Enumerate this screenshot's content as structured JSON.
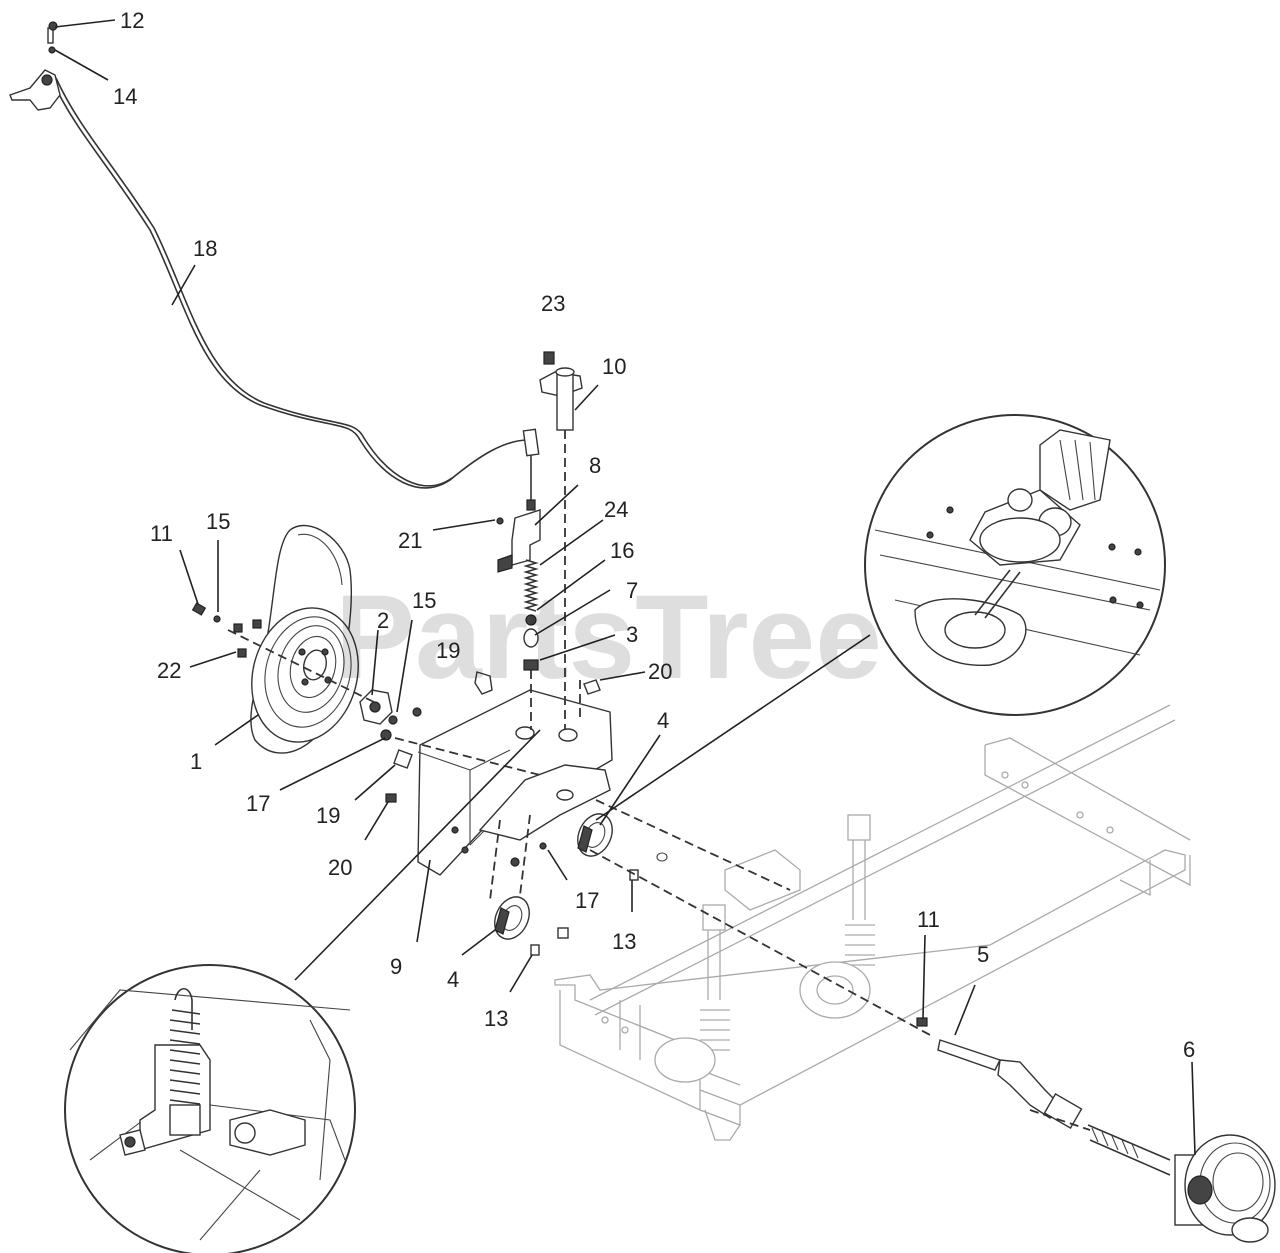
{
  "watermark": "PartsTree",
  "callouts": [
    {
      "id": "c12",
      "text": "12"
    },
    {
      "id": "c14",
      "text": "14"
    },
    {
      "id": "c18",
      "text": "18"
    },
    {
      "id": "c23",
      "text": "23"
    },
    {
      "id": "c10",
      "text": "10"
    },
    {
      "id": "c8",
      "text": "8"
    },
    {
      "id": "c24",
      "text": "24"
    },
    {
      "id": "c21",
      "text": "21"
    },
    {
      "id": "c16",
      "text": "16"
    },
    {
      "id": "c7",
      "text": "7"
    },
    {
      "id": "c3",
      "text": "3"
    },
    {
      "id": "c11a",
      "text": "11"
    },
    {
      "id": "c15a",
      "text": "15"
    },
    {
      "id": "c15b",
      "text": "15"
    },
    {
      "id": "c2",
      "text": "2"
    },
    {
      "id": "c22",
      "text": "22"
    },
    {
      "id": "c19a",
      "text": "19"
    },
    {
      "id": "c20a",
      "text": "20"
    },
    {
      "id": "c1",
      "text": "1"
    },
    {
      "id": "c4a",
      "text": "4"
    },
    {
      "id": "c17a",
      "text": "17"
    },
    {
      "id": "c19b",
      "text": "19"
    },
    {
      "id": "c20b",
      "text": "20"
    },
    {
      "id": "c17b",
      "text": "17"
    },
    {
      "id": "c13a",
      "text": "13"
    },
    {
      "id": "c9",
      "text": "9"
    },
    {
      "id": "c4b",
      "text": "4"
    },
    {
      "id": "c13b",
      "text": "13"
    },
    {
      "id": "c11b",
      "text": "11"
    },
    {
      "id": "c5",
      "text": "5"
    },
    {
      "id": "c6",
      "text": "6"
    }
  ]
}
